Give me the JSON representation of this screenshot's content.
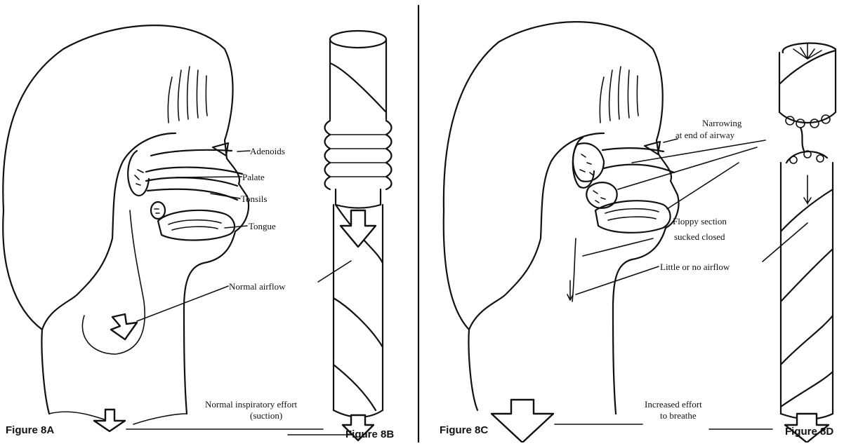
{
  "panel_a": {
    "caption": "Figure 8A",
    "labels": {
      "adenoids": "Adenoids",
      "palate": "Palate",
      "tonsils": "Tonsils",
      "tongue": "Tongue",
      "airflow": "Normal airflow",
      "effort_line1": "Normal inspiratory effort",
      "effort_line2": "(suction)"
    }
  },
  "panel_b": {
    "caption": "Figure 8B"
  },
  "panel_c": {
    "caption": "Figure 8C",
    "labels": {
      "narrowing_line1": "Narrowing",
      "narrowing_line2": "at end of airway",
      "floppy_line1": "Floppy section",
      "floppy_line2": "sucked closed",
      "airflow": "Little or no airflow",
      "effort_line1": "Increased effort",
      "effort_line2": "to breathe"
    }
  },
  "panel_d": {
    "caption": "Figure 8D"
  }
}
